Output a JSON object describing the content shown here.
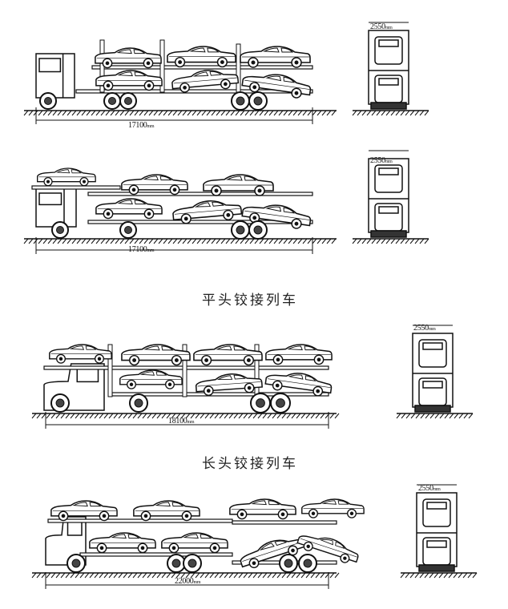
{
  "rows": [
    {
      "length_label": "17100",
      "width_label": "2550",
      "unit": "mm"
    },
    {
      "length_label": "17100",
      "width_label": "2550",
      "unit": "mm"
    },
    {
      "length_label": "18100",
      "width_label": "2550",
      "unit": "mm"
    },
    {
      "length_label": "22000",
      "width_label": "2550",
      "unit": "mm"
    }
  ],
  "captions": {
    "flat_head": "平头铰接列车",
    "long_head": "长头铰接列车"
  },
  "colors": {
    "line": "#111111",
    "background": "#ffffff"
  }
}
